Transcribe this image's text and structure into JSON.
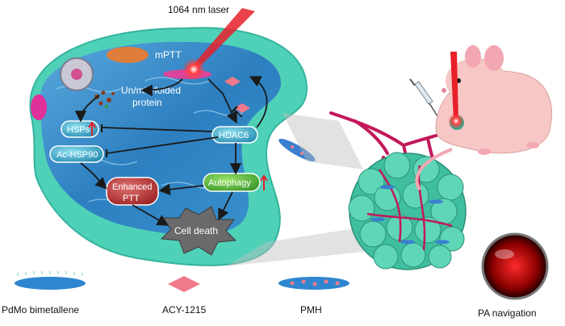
{
  "laser_label": "1064 nm laser",
  "nodes": {
    "mptt": "mPTT",
    "misfolded_line1": "Un/mis-folded",
    "misfolded_line2": "protein",
    "hsps": "HSPs",
    "ac_hsp90": "Ac-HSP90",
    "hdac6": "HDAC6",
    "autophagy": "Autophagy",
    "enhanced_line1": "Enhanced",
    "enhanced_line2": "PTT",
    "cell_death": "Cell death"
  },
  "legend": {
    "bimetallene": "PdMo bimetallene",
    "acy": "ACY-1215",
    "pmh": "PMH",
    "pa_navigation": "PA navigation"
  },
  "colors": {
    "cell_membrane": "#4fd1b8",
    "cytoplasm": "#2f86c7",
    "laser": "#e8202a",
    "node_fill": "#3ea8c9",
    "enhanced_fill": "#b83a3a",
    "tumor": "#3fbfa0",
    "vessel": "#c2185b"
  }
}
